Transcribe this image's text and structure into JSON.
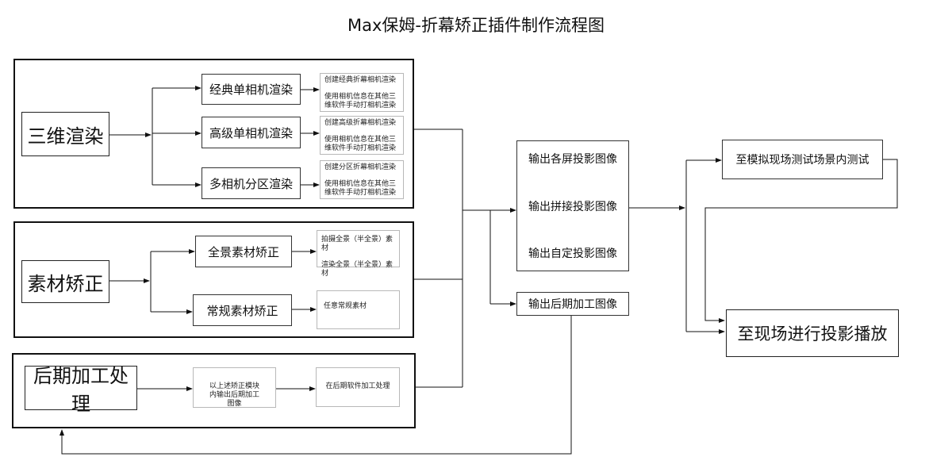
{
  "title": "Max保姆-折幕矫正插件制作流程图",
  "groups": {
    "render": {
      "label": "三维渲染",
      "items": [
        {
          "label": "经典单相机渲染",
          "note_line1": "创建经典折幕相机渲染",
          "note_line2": "使用相机信息在其他三维软件手动打相机渲染"
        },
        {
          "label": "高级单相机渲染",
          "note_line1": "创建高级折幕相机渲染",
          "note_line2": "使用相机信息在其他三维软件手动打相机渲染"
        },
        {
          "label": "多相机分区渲染",
          "note_line1": "创建分区折幕相机渲染",
          "note_line2": "使用相机信息在其他三维软件手动打相机渲染"
        }
      ]
    },
    "material": {
      "label": "素材矫正",
      "items": [
        {
          "label": "全景素材矫正",
          "note_line1": "拍摄全景（半全景）素材",
          "note_line2": "渲染全景（半全景）素材"
        },
        {
          "label": "常规素材矫正",
          "note_line1": "任意常规素材"
        }
      ]
    },
    "post": {
      "label": "后期加工处理",
      "step1": "以上述矫正模块内输出后期加工图像",
      "step2": "在后期软件加工处理"
    }
  },
  "outputs": {
    "projection": [
      "输出各屏投影图像",
      "输出拼接投影图像",
      "输出自定投影图像"
    ],
    "post_image": "输出后期加工图像"
  },
  "final": {
    "test": "至模拟现场测试场景内测试",
    "play": "至现场进行投影播放"
  }
}
